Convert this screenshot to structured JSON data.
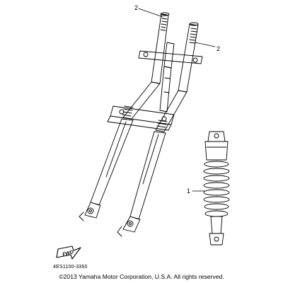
{
  "callouts": [
    {
      "text": "2"
    },
    {
      "text": "2"
    },
    {
      "text": "1"
    }
  ],
  "forward_marker": {
    "text": "FWD"
  },
  "part_code": "4ES1100-3350",
  "copyright": "©2013 Yamaha Motor Corporation, U.S.A. All rights reserved."
}
